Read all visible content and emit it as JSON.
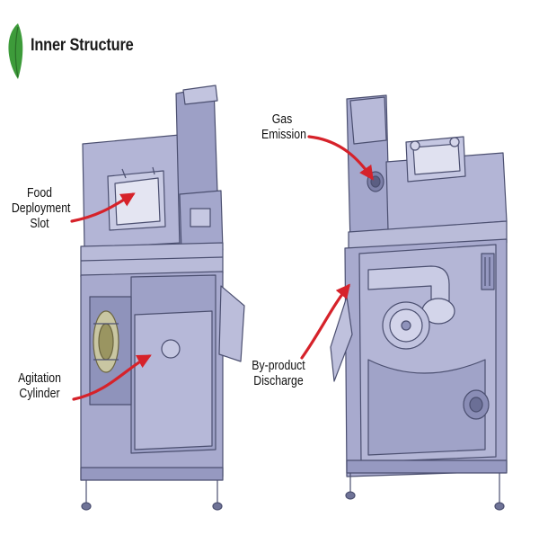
{
  "header": {
    "title": "Inner Structure"
  },
  "callouts": {
    "food_slot": [
      "Food",
      "Deployment",
      "Slot"
    ],
    "agitation": [
      "Agitation",
      "Cylinder"
    ],
    "gas": [
      "Gas",
      "Emission"
    ],
    "byproduct": [
      "By-product",
      "Discharge"
    ]
  },
  "colors": {
    "machine_body": "#a8aace",
    "machine_panel": "#8f93bb",
    "machine_outline": "#4b4f70",
    "arrow": "#d6222a",
    "leaf": "#3d9b3a"
  },
  "icons": {
    "logo": "leaf-icon",
    "pointer": "red-curved-arrow"
  }
}
